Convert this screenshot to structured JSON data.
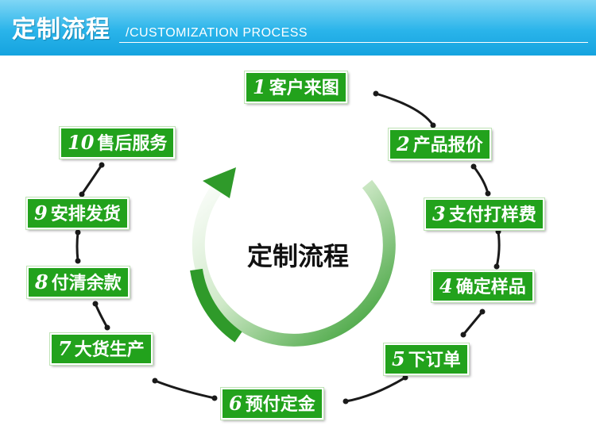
{
  "header": {
    "title": "定制流程",
    "subtitle": "/CUSTOMIZATION PROCESS"
  },
  "center_title": "定制流程",
  "steps": [
    {
      "num": "1",
      "label": "客户来图"
    },
    {
      "num": "2",
      "label": "产品报价"
    },
    {
      "num": "3",
      "label": "支付打样费"
    },
    {
      "num": "4",
      "label": "确定样品"
    },
    {
      "num": "5",
      "label": "下订单"
    },
    {
      "num": "6",
      "label": "预付定金"
    },
    {
      "num": "7",
      "label": "大货生产"
    },
    {
      "num": "8",
      "label": "付清余款"
    },
    {
      "num": "9",
      "label": "安排发货"
    },
    {
      "num": "10",
      "label": "售后服务"
    }
  ],
  "colors": {
    "header_blue": "#2ab4ea",
    "step_green": "#22a21c",
    "arrow_green": "#2f9a2a",
    "connector": "#1a1a1a"
  }
}
